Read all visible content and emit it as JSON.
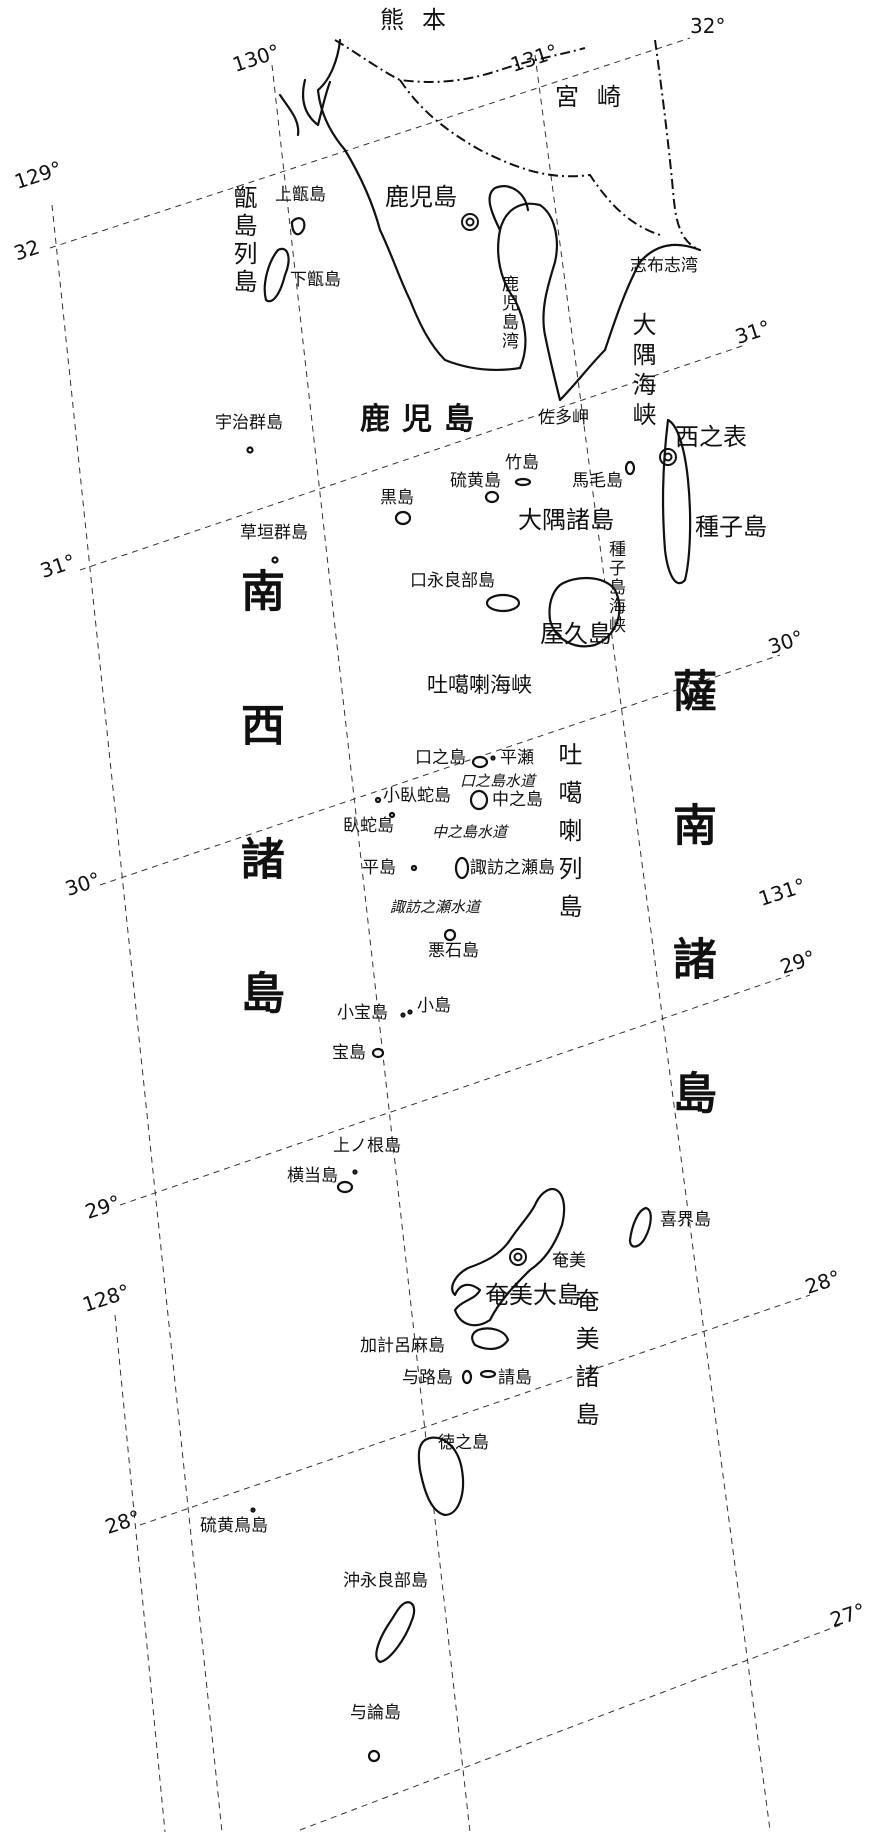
{
  "prefectures": {
    "kumamoto": "熊本",
    "miyazaki": "宮崎",
    "kagoshima_pref": "鹿児島"
  },
  "cities": {
    "kagoshima_city": "鹿児島",
    "nishinoomote": "西之表"
  },
  "bays": {
    "kagoshima_bay": "鹿児島湾",
    "shibushi_bay": "志布志湾"
  },
  "capes": {
    "sata": "佐多岬"
  },
  "straits": {
    "osumi_kaikyo": "大隅海峡",
    "tanegashima_kaikyo": "種子島海峡",
    "tokara_kaikyo": "吐噶喇海峡",
    "kuchinoshima_suido": "口之島水道",
    "nakanoshima_suido": "中之島水道",
    "suwanose_suido": "諏訪之瀬水道"
  },
  "island_groups": {
    "koshiki": "甑島列島",
    "osumi": "大隅諸島",
    "tokara": "吐噶喇列島",
    "amami": "奄美諸島",
    "satsunan": "薩南諸島",
    "nansei": "南西諸島"
  },
  "islands": {
    "kamikoshiki": "上甑島",
    "shimokoshiki": "下甑島",
    "uji": "宇治群島",
    "kusagaki": "草垣群島",
    "takeshima": "竹島",
    "iojima": "硫黄島",
    "kuroshima": "黒島",
    "mageshima": "馬毛島",
    "tanegashima": "種子島",
    "kuchinoerabu": "口永良部島",
    "yakushima": "屋久島",
    "kuchinoshima": "口之島",
    "hirase": "平瀬",
    "kogajajima": "小臥蛇島",
    "nakanoshima": "中之島",
    "gajajima": "臥蛇島",
    "tairajima": "平島",
    "suwanosejima": "諏訪之瀬島",
    "akusekijima": "悪石島",
    "kodakarajima": "小宝島",
    "kojima": "小島",
    "takarajima": "宝島",
    "kaminonejima": "上ノ根島",
    "yokoatejima": "横当島",
    "amami_oshima": "奄美大島",
    "amami_town": "奄美",
    "kikaijima": "喜界島",
    "kakeromajima": "加計呂麻島",
    "yorojima": "与路島",
    "ukejima": "請島",
    "tokunoshima": "徳之島",
    "iotorishima": "硫黄鳥島",
    "okinoerabujima": "沖永良部島",
    "yoronjima": "与論島"
  },
  "latitudes": {
    "lat32a": "32°",
    "lat32b": "32",
    "lat31a": "31°",
    "lat31b": "31°",
    "lat30a": "30°",
    "lat30b": "30°",
    "lat29a": "29°",
    "lat29b": "29°",
    "lat28a": "28°",
    "lat28b": "28°",
    "lat27": "27°"
  },
  "longitudes": {
    "lon128": "128°",
    "lon129": "129°",
    "lon130": "130°",
    "lon131a": "131°",
    "lon131b": "131°"
  }
}
